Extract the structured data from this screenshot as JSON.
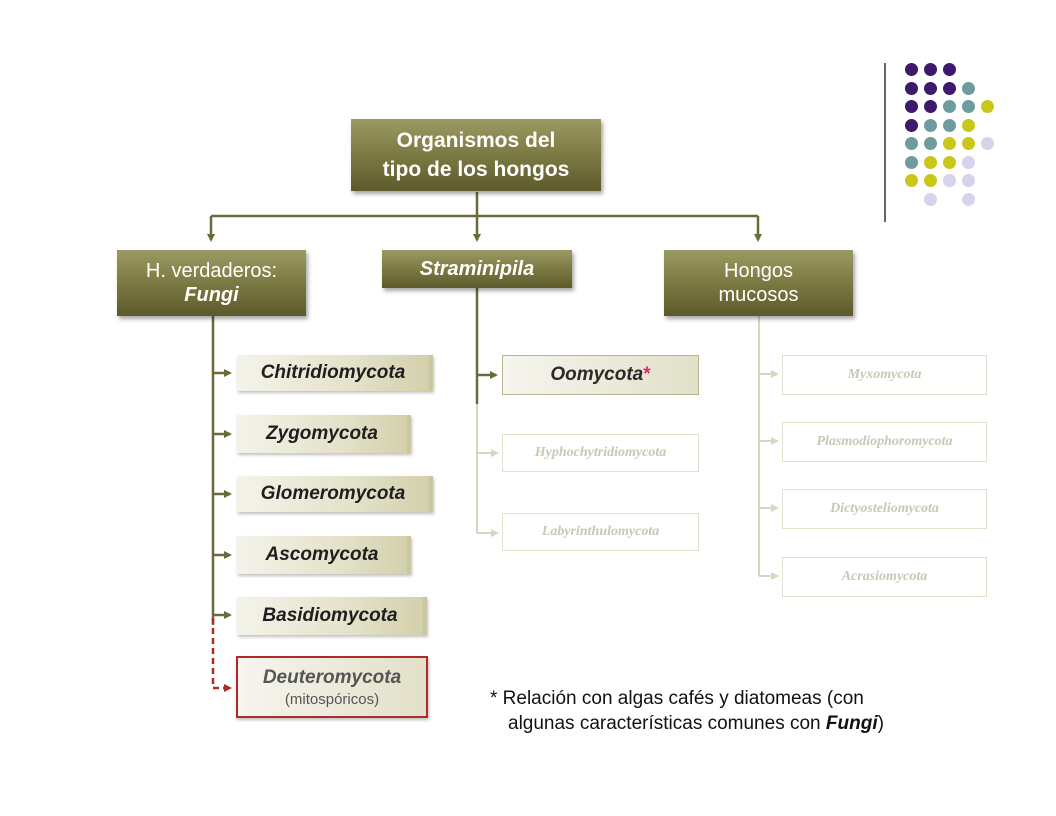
{
  "root": {
    "line1": "Organismos del",
    "line2": "tipo de los hongos"
  },
  "groups": {
    "fungi": {
      "line1": "H. verdaderos:",
      "line2": "Fungi"
    },
    "straminipila": {
      "label": "Straminipila"
    },
    "mucosos": {
      "line1": "Hongos",
      "line2": "mucosos"
    }
  },
  "fungi_phyla": [
    "Chitridiomycota",
    "Zygomycota",
    "Glomeromycota",
    "Ascomycota",
    "Basidiomycota"
  ],
  "deuteromycota": {
    "name": "Deuteromycota",
    "subtitle": "(mitospóricos)"
  },
  "straminipila_phyla": {
    "main": "Oomycota",
    "asterisk": "*",
    "others": [
      "Hyphochytridiomycota",
      "Labyrinthulomycota"
    ]
  },
  "mucosos_phyla": [
    "Myxomycota",
    "Plasmodiophoromycota",
    "Dictyosteliomycota",
    "Acrasiomycota"
  ],
  "note": {
    "line1": "* Relación con algas cafés y diatomeas (con",
    "line2_prefix": "algunas características comunes con ",
    "line2_emph": "Fungi",
    "line2_suffix": ")"
  },
  "colors": {
    "dark_box": "#7f7d45",
    "connector": "#6b6a3a",
    "faded_connector": "#d8d6bf",
    "deutero_border": "#b02a2a",
    "dot_purple": "#3d1a6b",
    "dot_teal": "#6e9c9e",
    "dot_yellow": "#c9c81a",
    "dot_lavender": "#d6d3ea"
  }
}
